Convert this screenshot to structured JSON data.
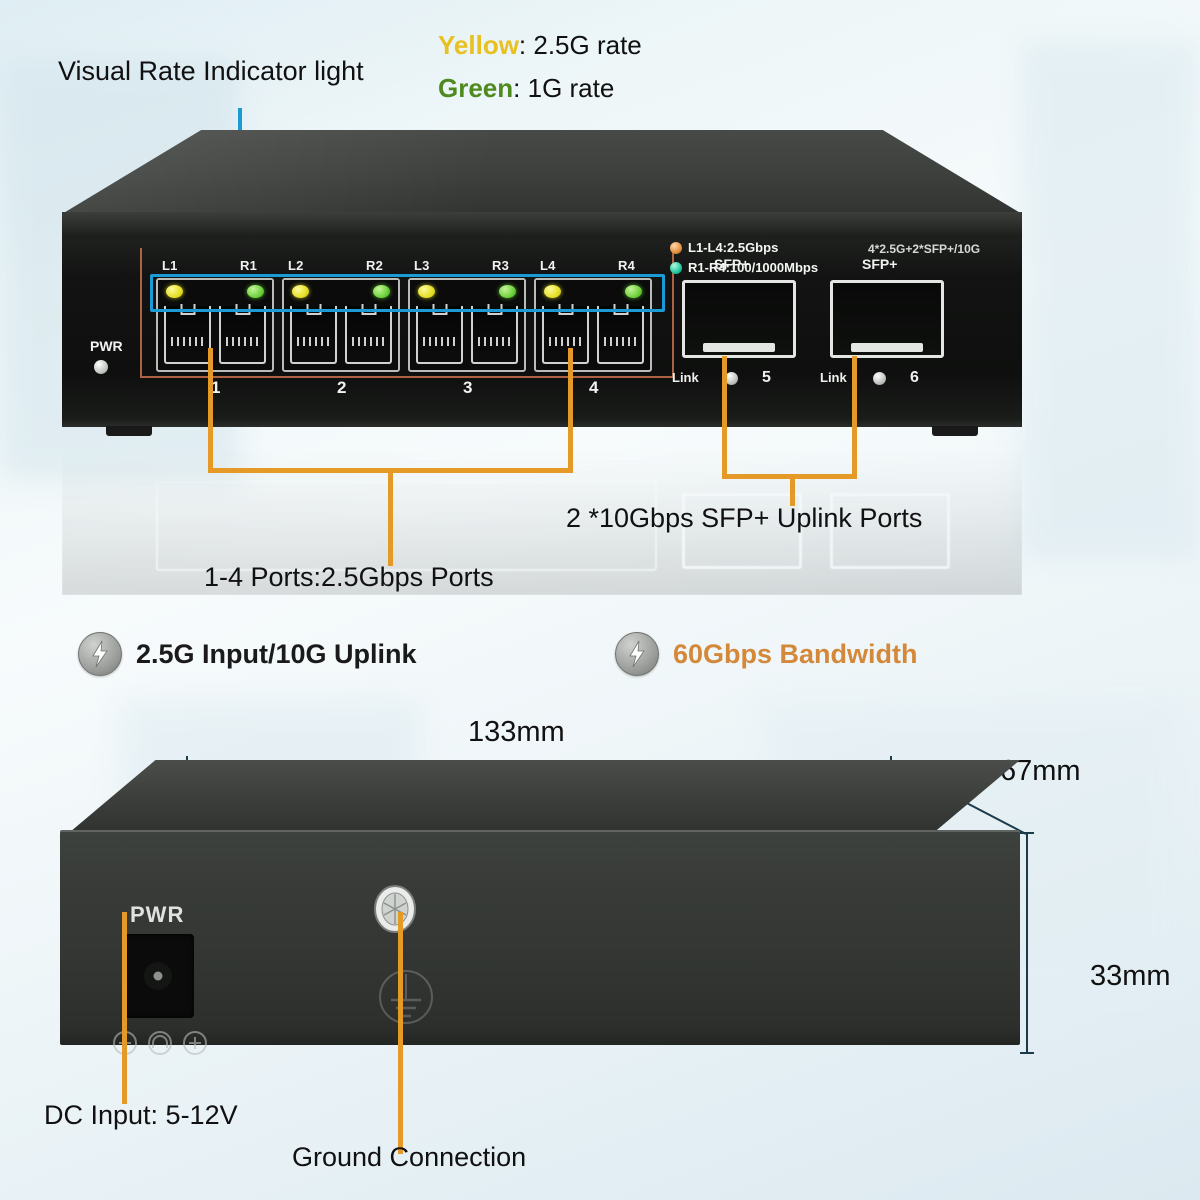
{
  "annotations": {
    "visual_rate_indicator": "Visual Rate Indicator light",
    "yellow_key": "Yellow",
    "yellow_rate": ": 2.5G rate",
    "green_key": "Green",
    "green_rate": ": 1G rate",
    "ports_2_5g": "1-4 Ports:2.5Gbps Ports",
    "sfp_uplink": "2 *10Gbps SFP+ Uplink Ports",
    "dc_input": "DC Input: 5-12V",
    "ground_connection": "Ground Connection"
  },
  "front_panel": {
    "pwr_label": "PWR",
    "model_text": "4*2.5G+2*SFP+/10G",
    "legend": [
      {
        "dot": "orange",
        "text": "L1-L4:2.5Gbps"
      },
      {
        "dot": "teal",
        "text": "R1-R4:100/1000Mbps"
      }
    ],
    "led_labels": [
      "L1",
      "R1",
      "L2",
      "R2",
      "L3",
      "R3",
      "L4",
      "R4"
    ],
    "port_numbers": [
      "1",
      "2",
      "3",
      "4"
    ],
    "sfp_ports": [
      {
        "label": "SFP+",
        "link_label": "Link",
        "number": "5"
      },
      {
        "label": "SFP+",
        "link_label": "Link",
        "number": "6"
      }
    ]
  },
  "features": [
    {
      "icon": "lightning-bolt-icon",
      "label": "2.5G Input/10G Uplink",
      "color": "#1a1a1a"
    },
    {
      "icon": "lightning-bolt-icon",
      "label": "60Gbps Bandwidth",
      "color": "#d4893a"
    }
  ],
  "rear_panel": {
    "pwr_label": "PWR"
  },
  "dimensions": {
    "width": "133mm",
    "depth": "67mm",
    "height": "33mm"
  },
  "colors": {
    "yellow_led": "#e8e02a",
    "green_led": "#6ed23c",
    "callout_orange": "#e59a28",
    "callout_blue": "#1c9ad6",
    "bandwidth_gold": "#d4893a"
  }
}
